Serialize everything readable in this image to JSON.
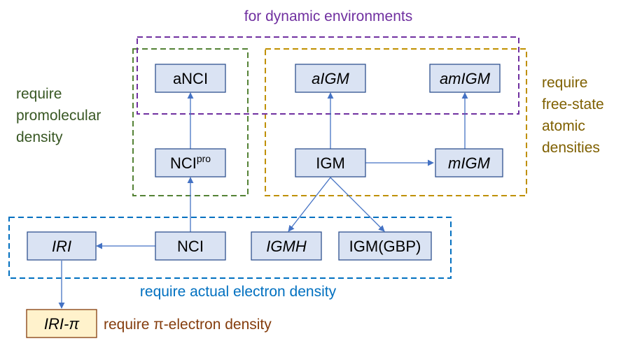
{
  "colors": {
    "node_fill": "#dae3f3",
    "node_border": "#2f528f",
    "arrow": "#4472c4",
    "dynamic": "#7030a0",
    "promolecular": "#385723",
    "freestate": "#7f6000",
    "actual": "#0070c0",
    "pi": "#843c0c",
    "pi_fill": "#fff2cc"
  },
  "groups": {
    "dynamic": "for dynamic environments",
    "promolecular_lines": [
      "require",
      "promolecular",
      "density"
    ],
    "freestate_lines": [
      "require",
      "free-state",
      "atomic",
      "densities"
    ],
    "actual": "require actual electron density",
    "pi": "require π-electron density"
  },
  "nodes": {
    "anci": "aNCI",
    "aigm": "aIGM",
    "amigm": "amIGM",
    "ncipro_main": "NCI",
    "ncipro_sup": "pro",
    "igm": "IGM",
    "migm": "mIGM",
    "iri": "IRI",
    "nci": "NCI",
    "igmh": "IGMH",
    "igmgbp": "IGM(GBP)",
    "iripi": "IRI-π"
  }
}
